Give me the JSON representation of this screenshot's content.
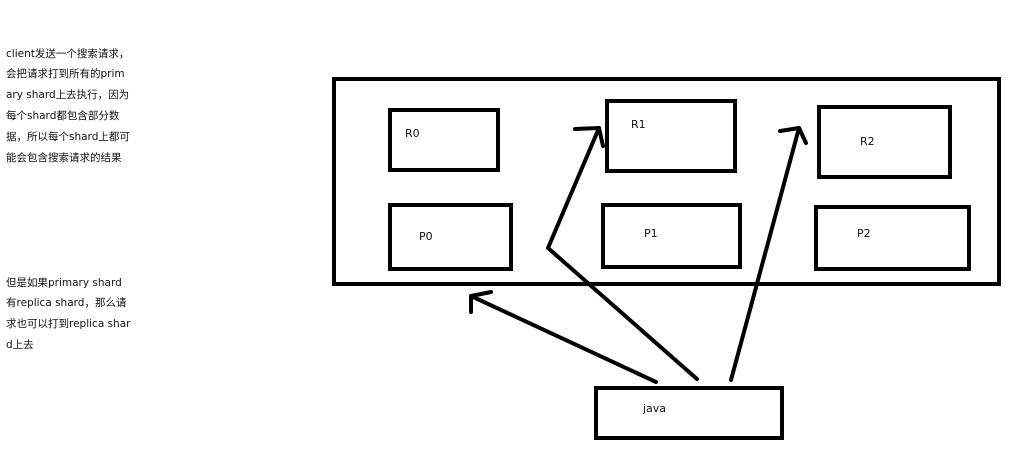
{
  "notes": {
    "paragraph_1": "client发送一个搜索请求，会把请求打到所有的primary shard上去执行，因为每个shard都包含部分数据，所以每个shard上都可能会包含搜索请求的结果",
    "paragraph_2": "但是如果primary shard有replica shard，那么请求也可以打到replica shard上去"
  },
  "diagram": {
    "shards": {
      "r0": "R0",
      "r1": "R1",
      "r2": "R2",
      "p0": "P0",
      "p1": "P1",
      "p2": "P2"
    },
    "client": "java"
  }
}
